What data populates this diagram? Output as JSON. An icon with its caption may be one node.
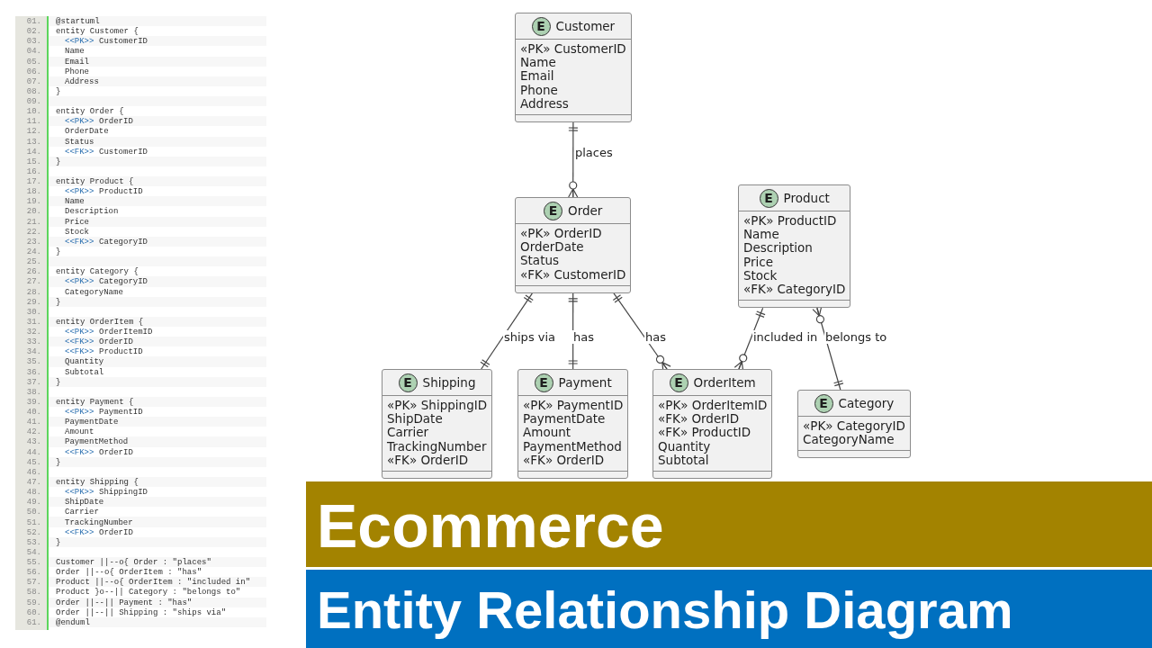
{
  "diagram": {
    "title": "Ecommerce",
    "caption": "Entity Relationship Diagram",
    "nodes": [
      {
        "text": [
          "E",
          "Customer",
          "«PK» CustomerID",
          "Name",
          "Email",
          "Phone",
          "Address"
        ]
      },
      {
        "text": [
          "E",
          "Order",
          "«PK» OrderID",
          "OrderDate",
          "Status",
          "«FK» CustomerID"
        ]
      },
      {
        "text": [
          "E",
          "Product",
          "«PK» ProductID",
          "Name",
          "Description",
          "Price",
          "Stock",
          "«FK» CategoryID"
        ]
      },
      {
        "text": [
          "E",
          "Shipping",
          "«PK» ShippingID",
          "ShipDate",
          "Carrier",
          "TrackingNumber",
          "«FK» OrderID"
        ]
      },
      {
        "text": [
          "E",
          "Payment",
          "«PK» PaymentID",
          "PaymentDate",
          "Amount",
          "PaymentMethod",
          "«FK» OrderID"
        ]
      },
      {
        "text": [
          "E",
          "OrderItem",
          "«PK» OrderItemID",
          "«FK» OrderID",
          "«FK» ProductID",
          "Quantity",
          "Subtotal"
        ]
      },
      {
        "text": [
          "E",
          "Category",
          "«PK» CategoryID",
          "CategoryName"
        ]
      }
    ],
    "edges": [
      {
        "from": 0,
        "to": 1,
        "arrow": "other",
        "label": "places"
      },
      {
        "from": 1,
        "to": 3,
        "arrow": "other",
        "label": "ships via"
      },
      {
        "from": 1,
        "to": 4,
        "arrow": "other",
        "label": "has"
      },
      {
        "from": 1,
        "to": 5,
        "arrow": "other",
        "label": "has"
      },
      {
        "from": 2,
        "to": 5,
        "arrow": "other",
        "label": "included in"
      },
      {
        "from": 2,
        "to": 6,
        "arrow": "other",
        "label": "belongs to"
      }
    ],
    "labels": [
      "01.",
      "@startuml",
      "02.",
      "entity Customer {",
      "03.",
      "<<PK>>",
      "CustomerID",
      "04.",
      "Name",
      "05.",
      "Email",
      "06.",
      "Phone",
      "07.",
      "Address",
      "08.",
      "}",
      "09.",
      "10.",
      "entity Order {",
      "11.",
      "<<PK>>",
      "OrderID",
      "12.",
      "OrderDate",
      "13.",
      "Status",
      "14.",
      "<<FK>>",
      "CustomerID",
      "15.",
      "}",
      "16.",
      "17.",
      "entity Product {",
      "18.",
      "<<PK>>",
      "ProductID",
      "19.",
      "Name",
      "20.",
      "Description",
      "21.",
      "Price",
      "22.",
      "Stock",
      "23.",
      "<<FK>>",
      "CategoryID",
      "24.",
      "}",
      "25.",
      "26.",
      "entity Category {",
      "27.",
      "<<PK>>",
      "CategoryID",
      "28.",
      "CategoryName",
      "29.",
      "}",
      "30.",
      "31.",
      "entity OrderItem {",
      "32.",
      "<<PK>>",
      "OrderItemID",
      "33.",
      "<<FK>>",
      "OrderID",
      "34.",
      "<<FK>>",
      "ProductID",
      "35.",
      "Quantity",
      "36.",
      "Subtotal",
      "37.",
      "}",
      "38.",
      "39.",
      "entity Payment {",
      "40.",
      "<<PK>>",
      "PaymentID",
      "41.",
      "PaymentDate",
      "42.",
      "Amount",
      "43.",
      "PaymentMethod",
      "44.",
      "<<FK>>",
      "OrderID",
      "45.",
      "}",
      "46.",
      "47.",
      "entity Shipping {",
      "48.",
      "<<PK>>",
      "ShippingID",
      "49.",
      "ShipDate",
      "50.",
      "Carrier",
      "51.",
      "TrackingNumber",
      "52.",
      "<<FK>>",
      "OrderID",
      "53.",
      "}",
      "54.",
      "55.",
      "Customer ||--o{ Order : \"places\"",
      "56.",
      "Order ||--o{ OrderItem : \"has\"",
      "57.",
      "Product ||--o{ OrderItem : \"included in\"",
      "58.",
      "Product }o--|| Category : \"belongs to\"",
      "59.",
      "Order ||--|| Payment : \"has\"",
      "60.",
      "Order ||--|| Shipping : \"ships via\"",
      "61.",
      "@enduml"
    ]
  }
}
